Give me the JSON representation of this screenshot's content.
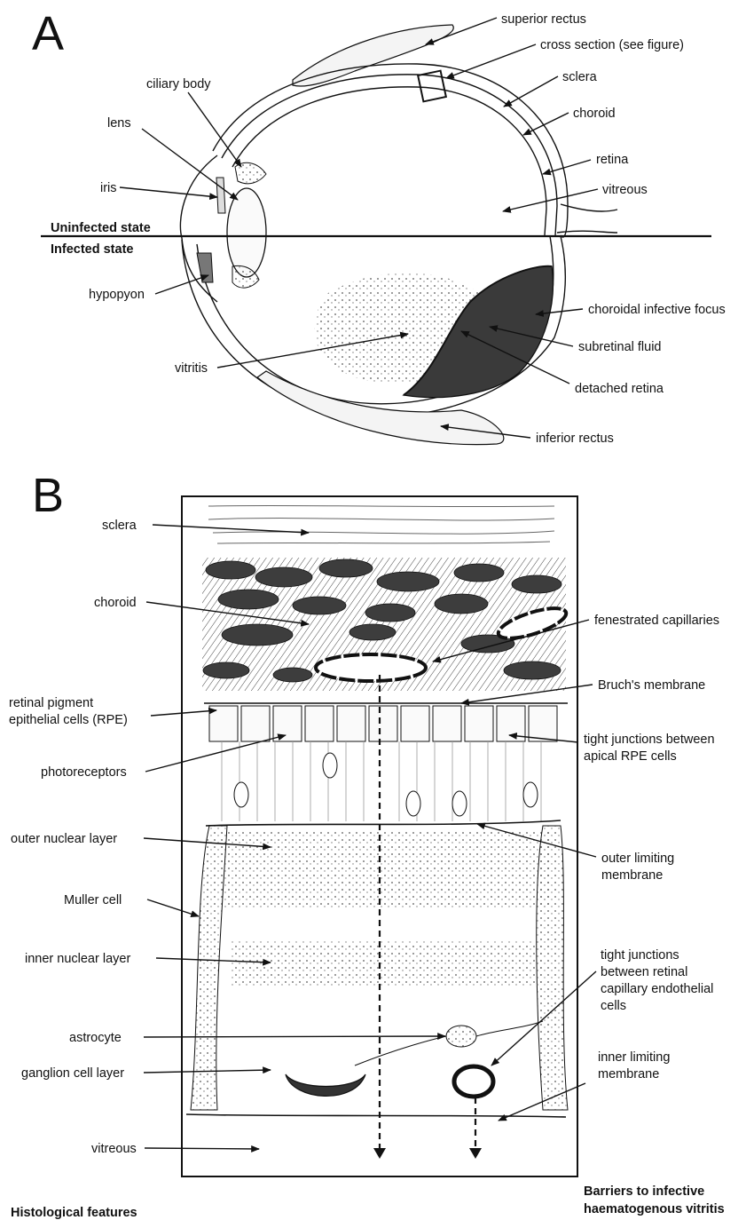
{
  "panelA": {
    "letter": "A",
    "labels": {
      "superior_rectus": "superior rectus",
      "cross_section": "cross section (see figure)",
      "sclera": "sclera",
      "choroid": "choroid",
      "retina": "retina",
      "vitreous": "vitreous",
      "ciliary_body": "ciliary body",
      "lens": "lens",
      "iris": "iris",
      "hypopyon": "hypopyon",
      "choroidal_infective_focus": "choroidal infective focus",
      "subretinal_fluid": "subretinal fluid",
      "detached_retina": "detached retina",
      "vitritis": "vitritis",
      "inferior_rectus": "inferior rectus"
    },
    "state_uninfected": "Uninfected state",
    "state_infected": "Infected state"
  },
  "panelB": {
    "letter": "B",
    "labels": {
      "sclera": "sclera",
      "choroid": "choroid",
      "fenestrated_capillaries": "fenestrated capillaries",
      "bruchs_membrane": "Bruch's membrane",
      "rpe_line1": "retinal pigment",
      "rpe_line2": "epithelial cells (RPE)",
      "tight_junctions_rpe_line1": "tight junctions between",
      "tight_junctions_rpe_line2": "apical RPE cells",
      "photoreceptors": "photoreceptors",
      "outer_nuclear_layer": "outer nuclear layer",
      "outer_limiting_line1": "outer limiting",
      "outer_limiting_line2": "membrane",
      "muller_cell": "Muller cell",
      "inner_nuclear_layer": "inner nuclear layer",
      "tight_junctions_cap_line1": "tight junctions",
      "tight_junctions_cap_line2": "between retinal",
      "tight_junctions_cap_line3": "capillary endothelial",
      "tight_junctions_cap_line4": "cells",
      "astrocyte": "astrocyte",
      "ganglion_cell_layer": "ganglion cell layer",
      "inner_limiting_line1": "inner limiting",
      "inner_limiting_line2": "membrane",
      "vitreous": "vitreous"
    },
    "footer_left": "Histological features",
    "footer_right_line1": "Barriers to infective",
    "footer_right_line2": "haematogenous vitritis"
  }
}
